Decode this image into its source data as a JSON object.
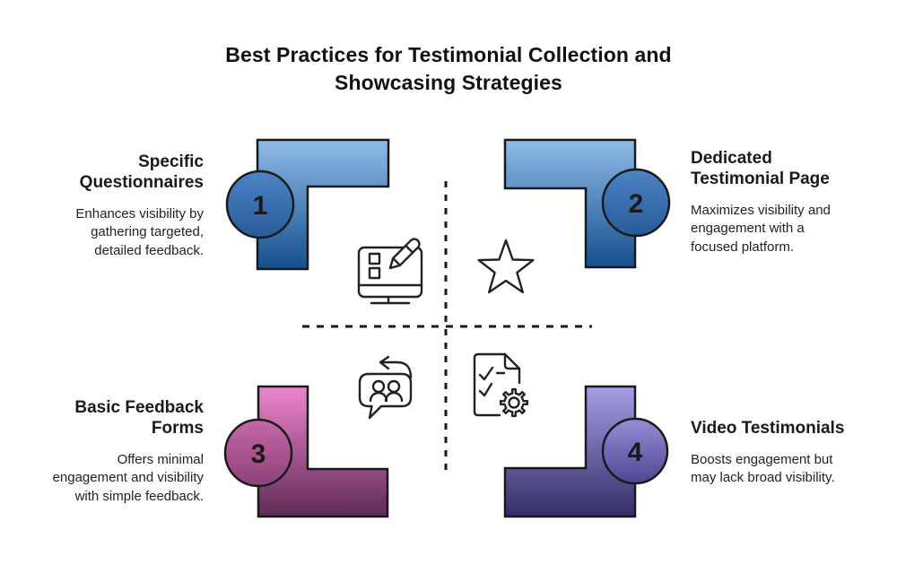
{
  "title": "Best Practices for Testimonial Collection and\nShowcasing Strategies",
  "colors": {
    "background": "#ffffff",
    "text": "#1a1a1a",
    "outline": "#1a1a1a",
    "blue_light": "#8fbce9",
    "blue_dark": "#144f8d",
    "circle_blue_light": "#4d84c3",
    "circle_blue_dark": "#275a9a",
    "pink_light": "#ee85cf",
    "pink_dark": "#5e2b55",
    "circle_pink_light": "#c468a8",
    "circle_pink_dark": "#8f4179",
    "purple_light": "#a79ee5",
    "purple_dark": "#332e67",
    "circle_purple_light": "#958dd6",
    "circle_purple_dark": "#4f4794"
  },
  "items": [
    {
      "number": "1",
      "title": "Specific\nQuestionnaires",
      "description": "Enhances visibility by\ngathering targeted,\ndetailed feedback.",
      "icon": "form-monitor-icon"
    },
    {
      "number": "2",
      "title": "Dedicated\nTestimonial Page",
      "description": "Maximizes visibility and\nengagement with a\nfocused platform.",
      "icon": "star-icon"
    },
    {
      "number": "3",
      "title": "Basic Feedback\nForms",
      "description": "Offers minimal\nengagement and visibility\nwith simple feedback.",
      "icon": "feedback-chat-icon"
    },
    {
      "number": "4",
      "title": "Video Testimonials",
      "description": "Boosts engagement but\nmay lack broad visibility.",
      "icon": "document-gear-icon"
    }
  ]
}
